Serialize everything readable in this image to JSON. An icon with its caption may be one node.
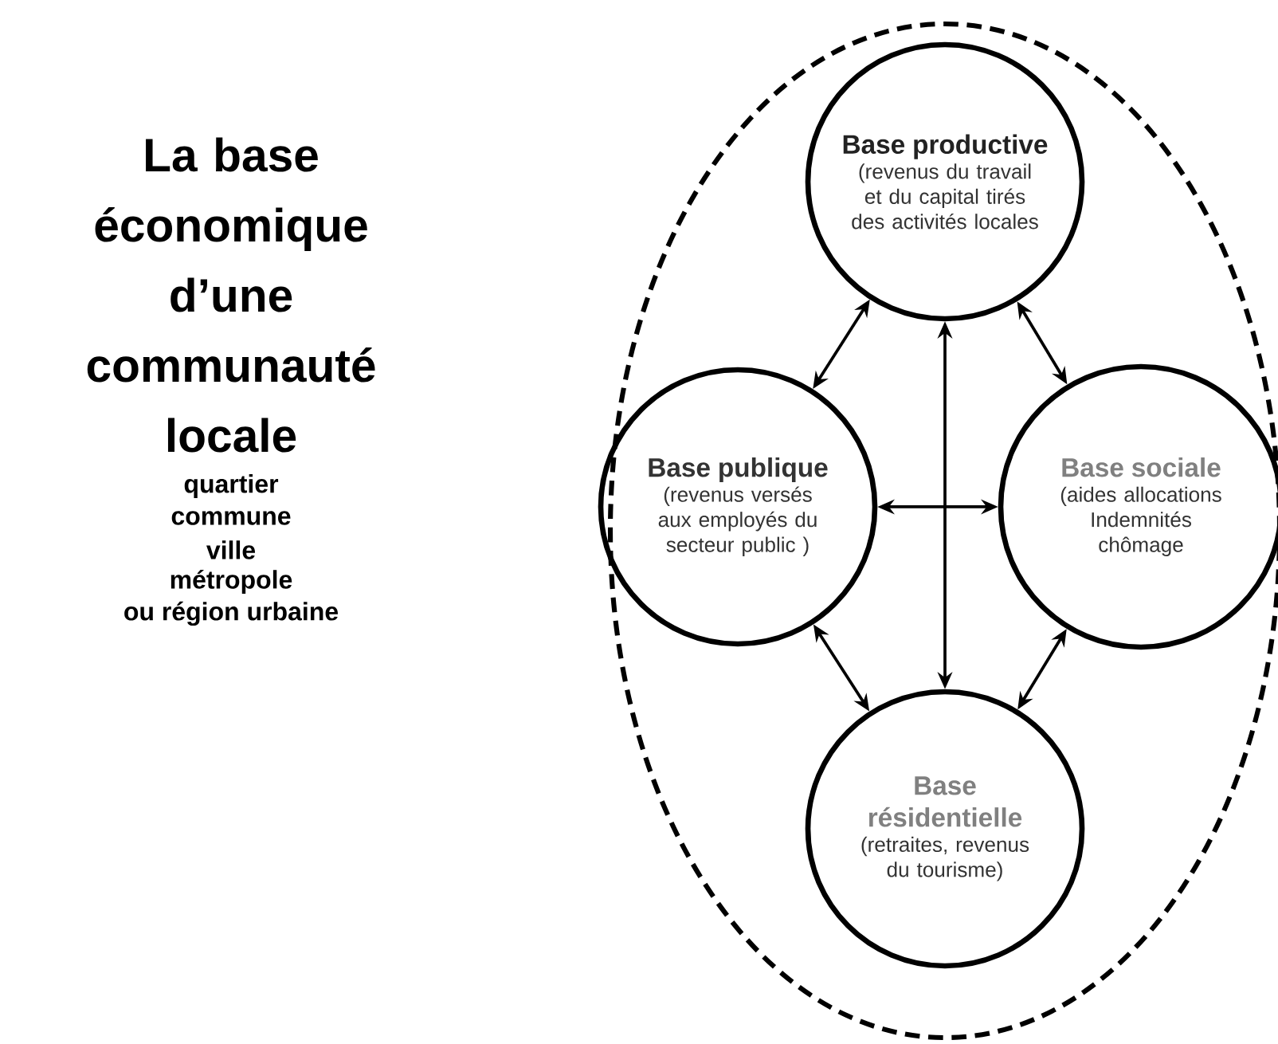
{
  "diagram": {
    "title": "La base économique d’une communauté locale",
    "nodes": [
      {
        "text": [],
        "shape": "ellipse"
      },
      {
        "text": [
          "Base productive",
          "(revenus du travail et du capital tirés des activités locales"
        ],
        "in": 0
      },
      {
        "text": [
          "Base publique",
          "(revenus versés aux employés du secteur public )"
        ],
        "in": 0
      },
      {
        "text": [
          "Base sociale",
          "(aides allocations Indemnités chômage"
        ],
        "in": 0
      },
      {
        "text": [
          "Base résidentielle",
          "(retraites, revenus du tourisme)"
        ],
        "in": 0
      }
    ],
    "edges": [
      {
        "from": 1,
        "to": 2,
        "arrow": "both"
      },
      {
        "from": 1,
        "to": 3,
        "arrow": "both"
      },
      {
        "from": 1,
        "to": 4,
        "arrow": "both"
      },
      {
        "from": 2,
        "to": 3,
        "arrow": "both"
      },
      {
        "from": 2,
        "to": 4,
        "arrow": "both"
      },
      {
        "from": 3,
        "to": 4,
        "arrow": "both"
      }
    ],
    "labels": [
      "quartier",
      "commune",
      "ville",
      "métropole",
      "ou région urbaine"
    ]
  }
}
